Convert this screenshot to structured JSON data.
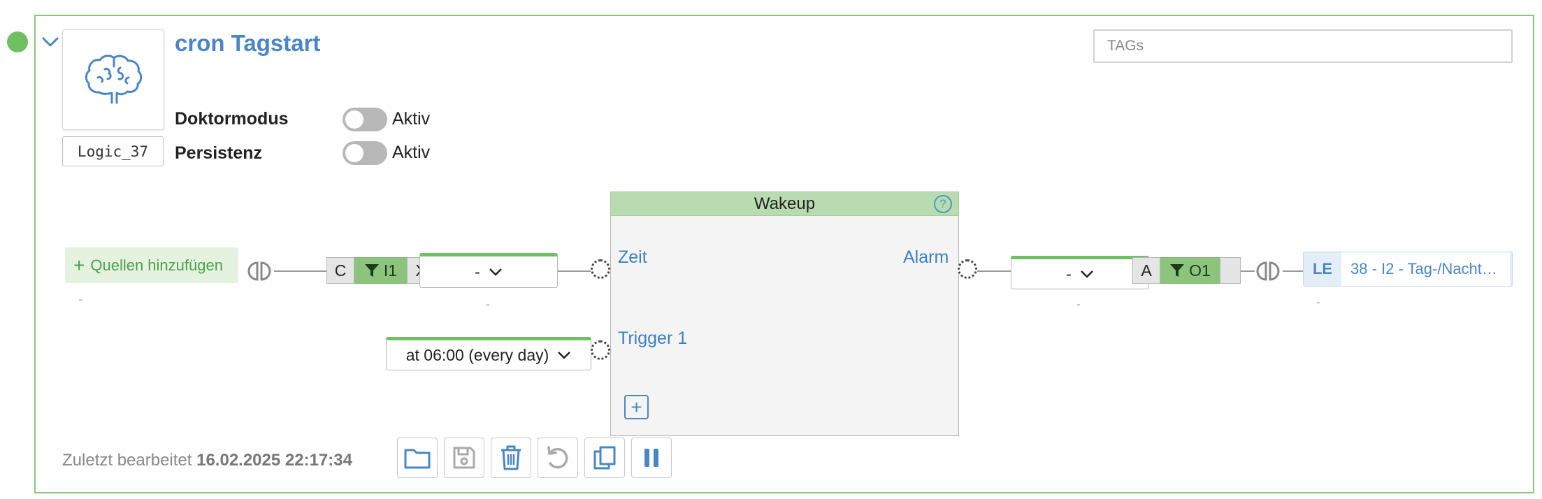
{
  "logic": {
    "title": "cron Tagstart",
    "id_label": "Logic_37",
    "tags_placeholder": "TAGs",
    "status_color": "#6fbf63",
    "icon": "brain-icon"
  },
  "settings": [
    {
      "label": "Doktormodus",
      "toggle_label": "Aktiv",
      "enabled": false
    },
    {
      "label": "Persistenz",
      "toggle_label": "Aktiv",
      "enabled": false
    }
  ],
  "inputs": {
    "add_sources_label": "Quellen hinzufügen",
    "source_dash": "-",
    "c_label": "C",
    "filter_label": "I1",
    "x_label": "X",
    "select_value": "-",
    "select_dash": "-",
    "trigger_value": "at 06:00 (every day)"
  },
  "block": {
    "title": "Wakeup",
    "help": "?",
    "inputs": [
      "Zeit",
      "Trigger 1"
    ],
    "outputs": [
      "Alarm"
    ],
    "add_input": "+"
  },
  "outputs": {
    "select_value": "-",
    "select_dash": "-",
    "a_label": "A",
    "filter_label": "O1",
    "target_tag": "LE",
    "target_label": "38 - I2 - Tag-/Nacht…",
    "target_dash": "-"
  },
  "footer": {
    "edited_label": "Zuletzt bearbeitet",
    "edited_time": "16.02.2025 22:17:34"
  },
  "toolbar": [
    {
      "name": "folder-icon"
    },
    {
      "name": "save-icon"
    },
    {
      "name": "trash-icon"
    },
    {
      "name": "undo-icon"
    },
    {
      "name": "copy-icon"
    },
    {
      "name": "pause-icon"
    }
  ],
  "colors": {
    "accent_blue": "#4a86c6",
    "green": "#6fbf63",
    "frame_green": "#8dc67f"
  }
}
